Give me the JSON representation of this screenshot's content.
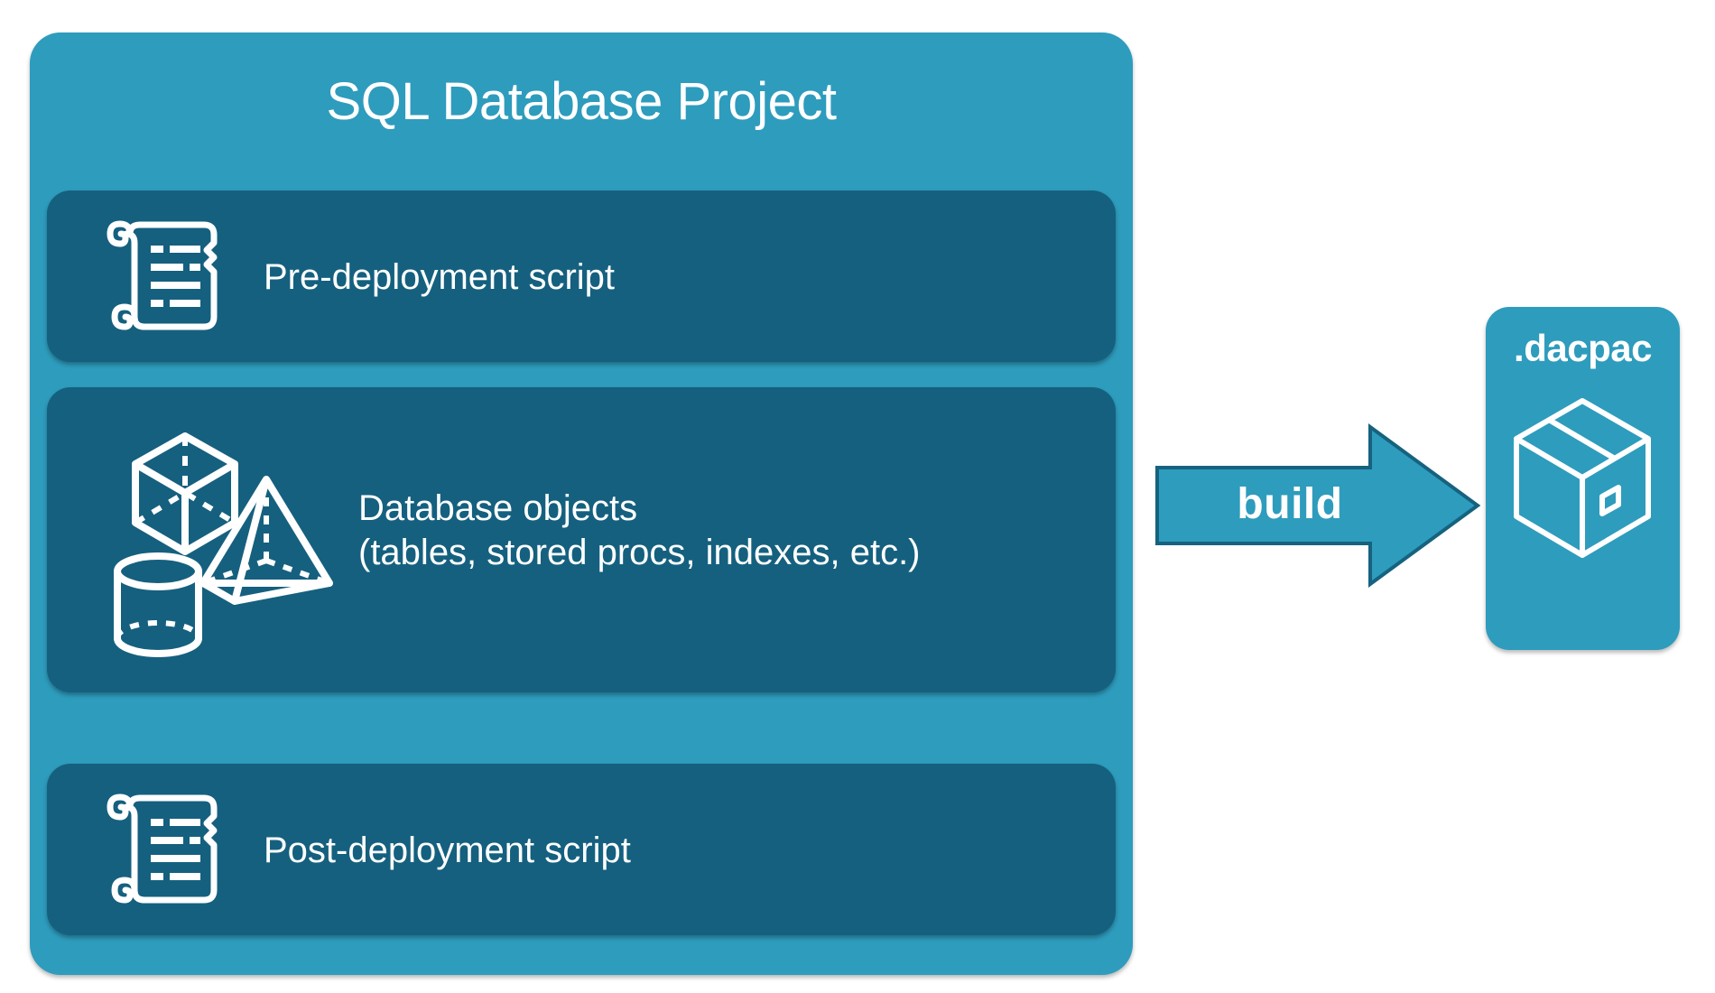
{
  "diagram": {
    "title_text": "SQL Database Project",
    "type": "flow-diagram",
    "colors": {
      "container_teal": "#2E9CBD",
      "card_dark_teal": "#15607F",
      "arrow_fill": "#2E9CBD",
      "arrow_stroke": "#16627F",
      "icon_white": "#FFFFFF",
      "background": "#FFFFFF"
    },
    "project": {
      "title": "SQL Database Project",
      "cards": [
        {
          "id": "pre-deployment",
          "label": "Pre-deployment script",
          "icon": "scroll-icon"
        },
        {
          "id": "database-objects",
          "label": "Database objects\n(tables, stored procs, indexes, etc.)",
          "line1": "Database objects",
          "line2": "(tables, stored procs, indexes, etc.)",
          "icons": [
            "cube-icon",
            "pyramid-icon",
            "cylinder-icon"
          ]
        },
        {
          "id": "post-deployment",
          "label": "Post-deployment script",
          "icon": "scroll-icon"
        }
      ]
    },
    "arrow": {
      "label": "build",
      "direction": "right"
    },
    "output": {
      "label": ".dacpac",
      "icon": "package-box-icon"
    }
  }
}
